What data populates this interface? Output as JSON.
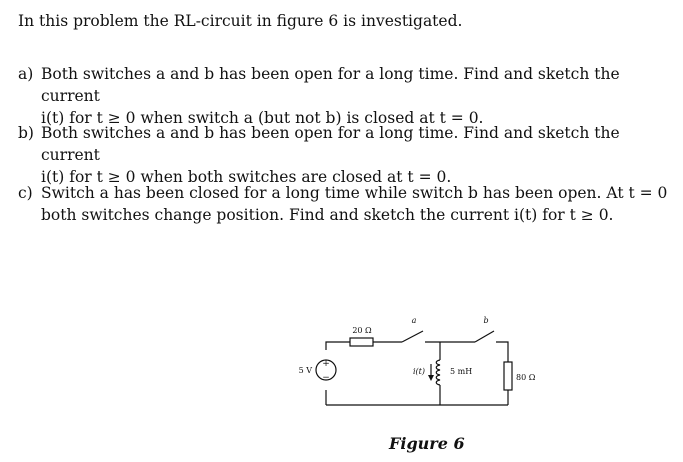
{
  "intro": "In this problem the RL-circuit in figure 6 is investigated.",
  "items": [
    {
      "label": "a)",
      "line1": "Both switches a and b has been open for a long time. Find and sketch the current",
      "line2": "i(t) for t ≥ 0 when switch a (but not b) is closed at t = 0."
    },
    {
      "label": "b)",
      "line1": "Both switches a and b has been open for a long time. Find and sketch the current",
      "line2": "i(t) for t ≥ 0 when both switches are closed at t = 0."
    },
    {
      "label": "c)",
      "line1": "Switch a has been closed for a long time while switch b has been open. At t = 0",
      "line2": "both switches change position. Find and sketch the current i(t) for t ≥ 0."
    }
  ],
  "circuit": {
    "source": "5 V",
    "resistor1": "20 Ω",
    "switch_a": "a",
    "switch_b": "b",
    "current": "i(t)",
    "inductor": "5 mH",
    "resistor2": "80 Ω"
  },
  "figure_caption": "Figure 6"
}
